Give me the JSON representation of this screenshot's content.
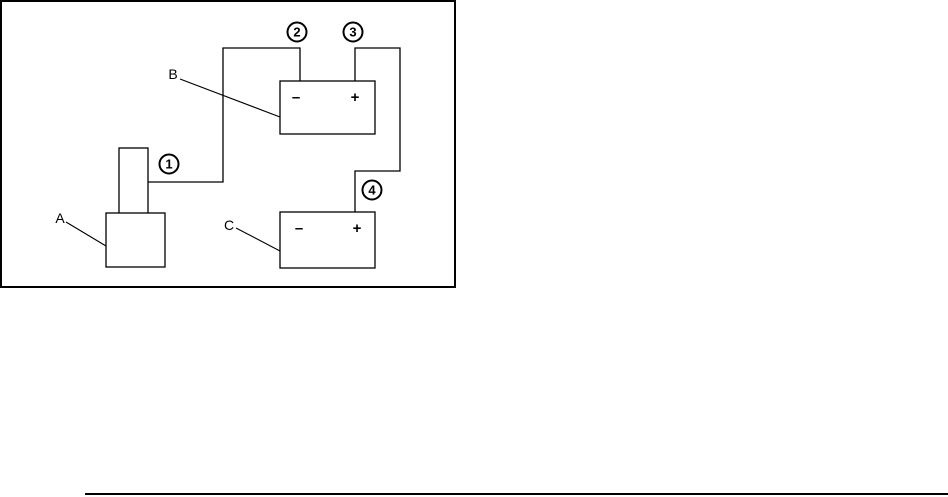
{
  "colors": {
    "stroke": "#000000",
    "background": "#ffffff"
  },
  "labels": {
    "a": "A",
    "b": "B",
    "c": "C"
  },
  "battery_b": {
    "negative": "–",
    "positive": "+"
  },
  "battery_c": {
    "negative": "–",
    "positive": "+"
  },
  "connections": [
    "1",
    "2",
    "3",
    "4"
  ]
}
